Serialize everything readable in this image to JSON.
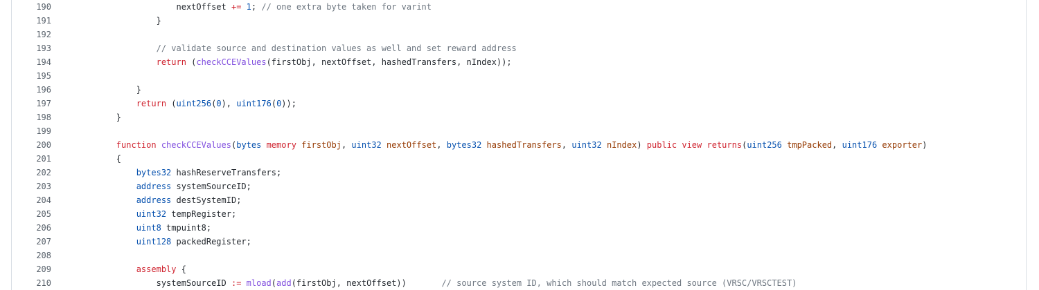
{
  "code_view": {
    "lines": [
      {
        "number": "190",
        "tokens": [
          {
            "t": "                    "
          },
          {
            "t": "nextOffset "
          },
          {
            "t": "+=",
            "c": "op"
          },
          {
            "t": " "
          },
          {
            "t": "1",
            "c": "num"
          },
          {
            "t": "; "
          },
          {
            "t": "// one extra byte taken for varint",
            "c": "cm"
          }
        ]
      },
      {
        "number": "191",
        "tokens": [
          {
            "t": "                }"
          }
        ]
      },
      {
        "number": "192",
        "tokens": []
      },
      {
        "number": "193",
        "tokens": [
          {
            "t": "                "
          },
          {
            "t": "// validate source and destination values as well and set reward address",
            "c": "cm"
          }
        ]
      },
      {
        "number": "194",
        "tokens": [
          {
            "t": "                "
          },
          {
            "t": "return",
            "c": "kw"
          },
          {
            "t": " ("
          },
          {
            "t": "checkCCEValues",
            "c": "fn"
          },
          {
            "t": "(firstObj, nextOffset, hashedTransfers, nIndex));"
          }
        ]
      },
      {
        "number": "195",
        "tokens": []
      },
      {
        "number": "196",
        "tokens": [
          {
            "t": "            }"
          }
        ]
      },
      {
        "number": "197",
        "tokens": [
          {
            "t": "            "
          },
          {
            "t": "return",
            "c": "kw"
          },
          {
            "t": " ("
          },
          {
            "t": "uint256",
            "c": "ty"
          },
          {
            "t": "("
          },
          {
            "t": "0",
            "c": "num"
          },
          {
            "t": "), "
          },
          {
            "t": "uint176",
            "c": "ty"
          },
          {
            "t": "("
          },
          {
            "t": "0",
            "c": "num"
          },
          {
            "t": "));"
          }
        ]
      },
      {
        "number": "198",
        "tokens": [
          {
            "t": "        }"
          }
        ]
      },
      {
        "number": "199",
        "tokens": []
      },
      {
        "number": "200",
        "tokens": [
          {
            "t": "        "
          },
          {
            "t": "function",
            "c": "kw"
          },
          {
            "t": " "
          },
          {
            "t": "checkCCEValues",
            "c": "fn"
          },
          {
            "t": "("
          },
          {
            "t": "bytes",
            "c": "ty"
          },
          {
            "t": " "
          },
          {
            "t": "memory",
            "c": "kw"
          },
          {
            "t": " "
          },
          {
            "t": "firstObj",
            "c": "var"
          },
          {
            "t": ", "
          },
          {
            "t": "uint32",
            "c": "ty"
          },
          {
            "t": " "
          },
          {
            "t": "nextOffset",
            "c": "var"
          },
          {
            "t": ", "
          },
          {
            "t": "bytes32",
            "c": "ty"
          },
          {
            "t": " "
          },
          {
            "t": "hashedTransfers",
            "c": "var"
          },
          {
            "t": ", "
          },
          {
            "t": "uint32",
            "c": "ty"
          },
          {
            "t": " "
          },
          {
            "t": "nIndex",
            "c": "var"
          },
          {
            "t": ") "
          },
          {
            "t": "public",
            "c": "kw"
          },
          {
            "t": " "
          },
          {
            "t": "view",
            "c": "kw"
          },
          {
            "t": " "
          },
          {
            "t": "returns",
            "c": "kw"
          },
          {
            "t": "("
          },
          {
            "t": "uint256",
            "c": "ty"
          },
          {
            "t": " "
          },
          {
            "t": "tmpPacked",
            "c": "var"
          },
          {
            "t": ", "
          },
          {
            "t": "uint176",
            "c": "ty"
          },
          {
            "t": " "
          },
          {
            "t": "exporter",
            "c": "var"
          },
          {
            "t": ")"
          }
        ]
      },
      {
        "number": "201",
        "tokens": [
          {
            "t": "        {"
          }
        ]
      },
      {
        "number": "202",
        "tokens": [
          {
            "t": "            "
          },
          {
            "t": "bytes32",
            "c": "ty"
          },
          {
            "t": " hashReserveTransfers;"
          }
        ]
      },
      {
        "number": "203",
        "tokens": [
          {
            "t": "            "
          },
          {
            "t": "address",
            "c": "ty"
          },
          {
            "t": " systemSourceID;"
          }
        ]
      },
      {
        "number": "204",
        "tokens": [
          {
            "t": "            "
          },
          {
            "t": "address",
            "c": "ty"
          },
          {
            "t": " destSystemID;"
          }
        ]
      },
      {
        "number": "205",
        "tokens": [
          {
            "t": "            "
          },
          {
            "t": "uint32",
            "c": "ty"
          },
          {
            "t": " tempRegister;"
          }
        ]
      },
      {
        "number": "206",
        "tokens": [
          {
            "t": "            "
          },
          {
            "t": "uint8",
            "c": "ty"
          },
          {
            "t": " tmpuint8;"
          }
        ]
      },
      {
        "number": "207",
        "tokens": [
          {
            "t": "            "
          },
          {
            "t": "uint128",
            "c": "ty"
          },
          {
            "t": " packedRegister;"
          }
        ]
      },
      {
        "number": "208",
        "tokens": []
      },
      {
        "number": "209",
        "tokens": [
          {
            "t": "            "
          },
          {
            "t": "assembly",
            "c": "kw"
          },
          {
            "t": " {"
          }
        ]
      },
      {
        "number": "210",
        "tokens": [
          {
            "t": "                systemSourceID "
          },
          {
            "t": ":=",
            "c": "op"
          },
          {
            "t": " "
          },
          {
            "t": "mload",
            "c": "fn"
          },
          {
            "t": "("
          },
          {
            "t": "add",
            "c": "fn"
          },
          {
            "t": "(firstObj, nextOffset))       "
          },
          {
            "t": "// source system ID, which should match expected source (VRSC/VRSCTEST)",
            "c": "cm"
          }
        ]
      }
    ]
  }
}
